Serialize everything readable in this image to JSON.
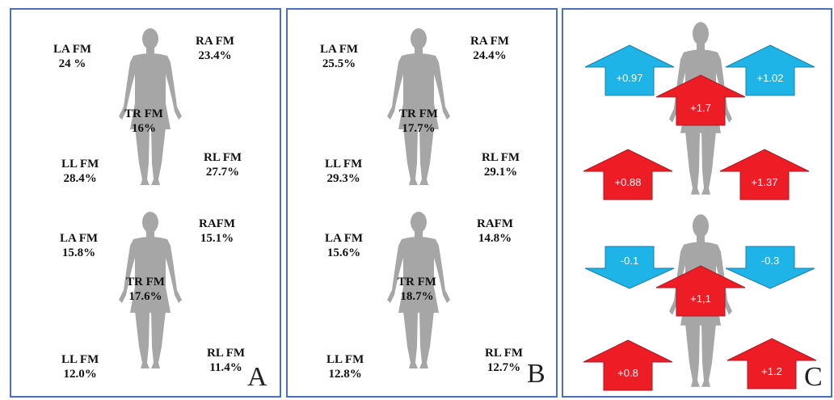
{
  "colors": {
    "border": "#4a72b8",
    "figure": "#a6a6a6",
    "up": "#ee1c25",
    "up_stroke": "#a71b24",
    "blue": "#1fb4e8",
    "blue_stroke": "#1a7fa8"
  },
  "panels": [
    {
      "letter": "A",
      "top": {
        "la": {
          "title": "LA FM",
          "value": "24  %"
        },
        "ra": {
          "title": "RA FM",
          "value": "23.4%"
        },
        "tr": {
          "title": "TR FM",
          "value": "16%"
        },
        "ll": {
          "title": "LL FM",
          "value": "28.4%"
        },
        "rl": {
          "title": "RL FM",
          "value": "27.7%"
        }
      },
      "bottom": {
        "la": {
          "title": "LA FM",
          "value": "15.8%"
        },
        "ra": {
          "title": "RAFM",
          "value": "15.1%"
        },
        "tr": {
          "title": "TR FM",
          "value": "17.6%"
        },
        "ll": {
          "title": "LL FM",
          "value": "12.0%"
        },
        "rl": {
          "title": "RL FM",
          "value": "11.4%"
        }
      }
    },
    {
      "letter": "B",
      "top": {
        "la": {
          "title": "LA FM",
          "value": "25.5%"
        },
        "ra": {
          "title": "RA FM",
          "value": "24.4%"
        },
        "tr": {
          "title": "TR FM",
          "value": "17.7%"
        },
        "ll": {
          "title": "LL FM",
          "value": "29.3%"
        },
        "rl": {
          "title": "RL FM",
          "value": "29.1%"
        }
      },
      "bottom": {
        "la": {
          "title": "LA FM",
          "value": "15.6%"
        },
        "ra": {
          "title": "RAFM",
          "value": "14.8%"
        },
        "tr": {
          "title": "TR FM",
          "value": "18.7%"
        },
        "ll": {
          "title": "LL FM",
          "value": "12.8%"
        },
        "rl": {
          "title": "RL FM",
          "value": "12.7%"
        }
      }
    },
    {
      "letter": "C",
      "top": {
        "la": {
          "value": "+0.97",
          "direction": "up",
          "color": "blue"
        },
        "ra": {
          "value": "+1.02",
          "direction": "up",
          "color": "blue"
        },
        "tr": {
          "value": "+1.7",
          "direction": "up",
          "color": "red"
        },
        "ll": {
          "value": "+0.88",
          "direction": "up",
          "color": "red"
        },
        "rl": {
          "value": "+1.37",
          "direction": "up",
          "color": "red"
        }
      },
      "bottom": {
        "la": {
          "value": "-0.1",
          "direction": "down",
          "color": "blue"
        },
        "ra": {
          "value": "-0.3",
          "direction": "down",
          "color": "blue"
        },
        "tr": {
          "value": "+1,1",
          "direction": "up",
          "color": "red"
        },
        "ll": {
          "value": "+0.8",
          "direction": "up",
          "color": "red"
        },
        "rl": {
          "value": "+1.2",
          "direction": "up",
          "color": "red"
        }
      }
    }
  ]
}
